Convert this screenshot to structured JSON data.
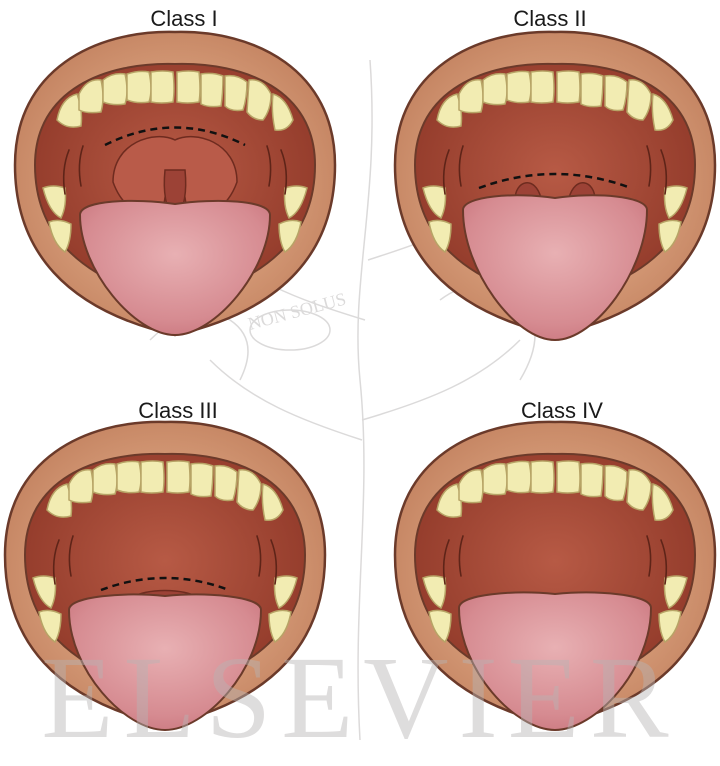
{
  "panels": [
    {
      "label": "Class I",
      "class_level": 1
    },
    {
      "label": "Class II",
      "class_level": 2
    },
    {
      "label": "Class III",
      "class_level": 3
    },
    {
      "label": "Class IV",
      "class_level": 4
    }
  ],
  "watermark": {
    "publisher_text": "ELSEVIER",
    "motto_text": "NON SOLUS"
  },
  "colors": {
    "lip": "#c98a6a",
    "lip_outline": "#6b3a2a",
    "oral_cavity": "#a5493a",
    "tooth": "#f2ecb2",
    "tooth_outline": "#b7a466",
    "tongue": "#d88d92",
    "uvula": "#9c4236"
  }
}
